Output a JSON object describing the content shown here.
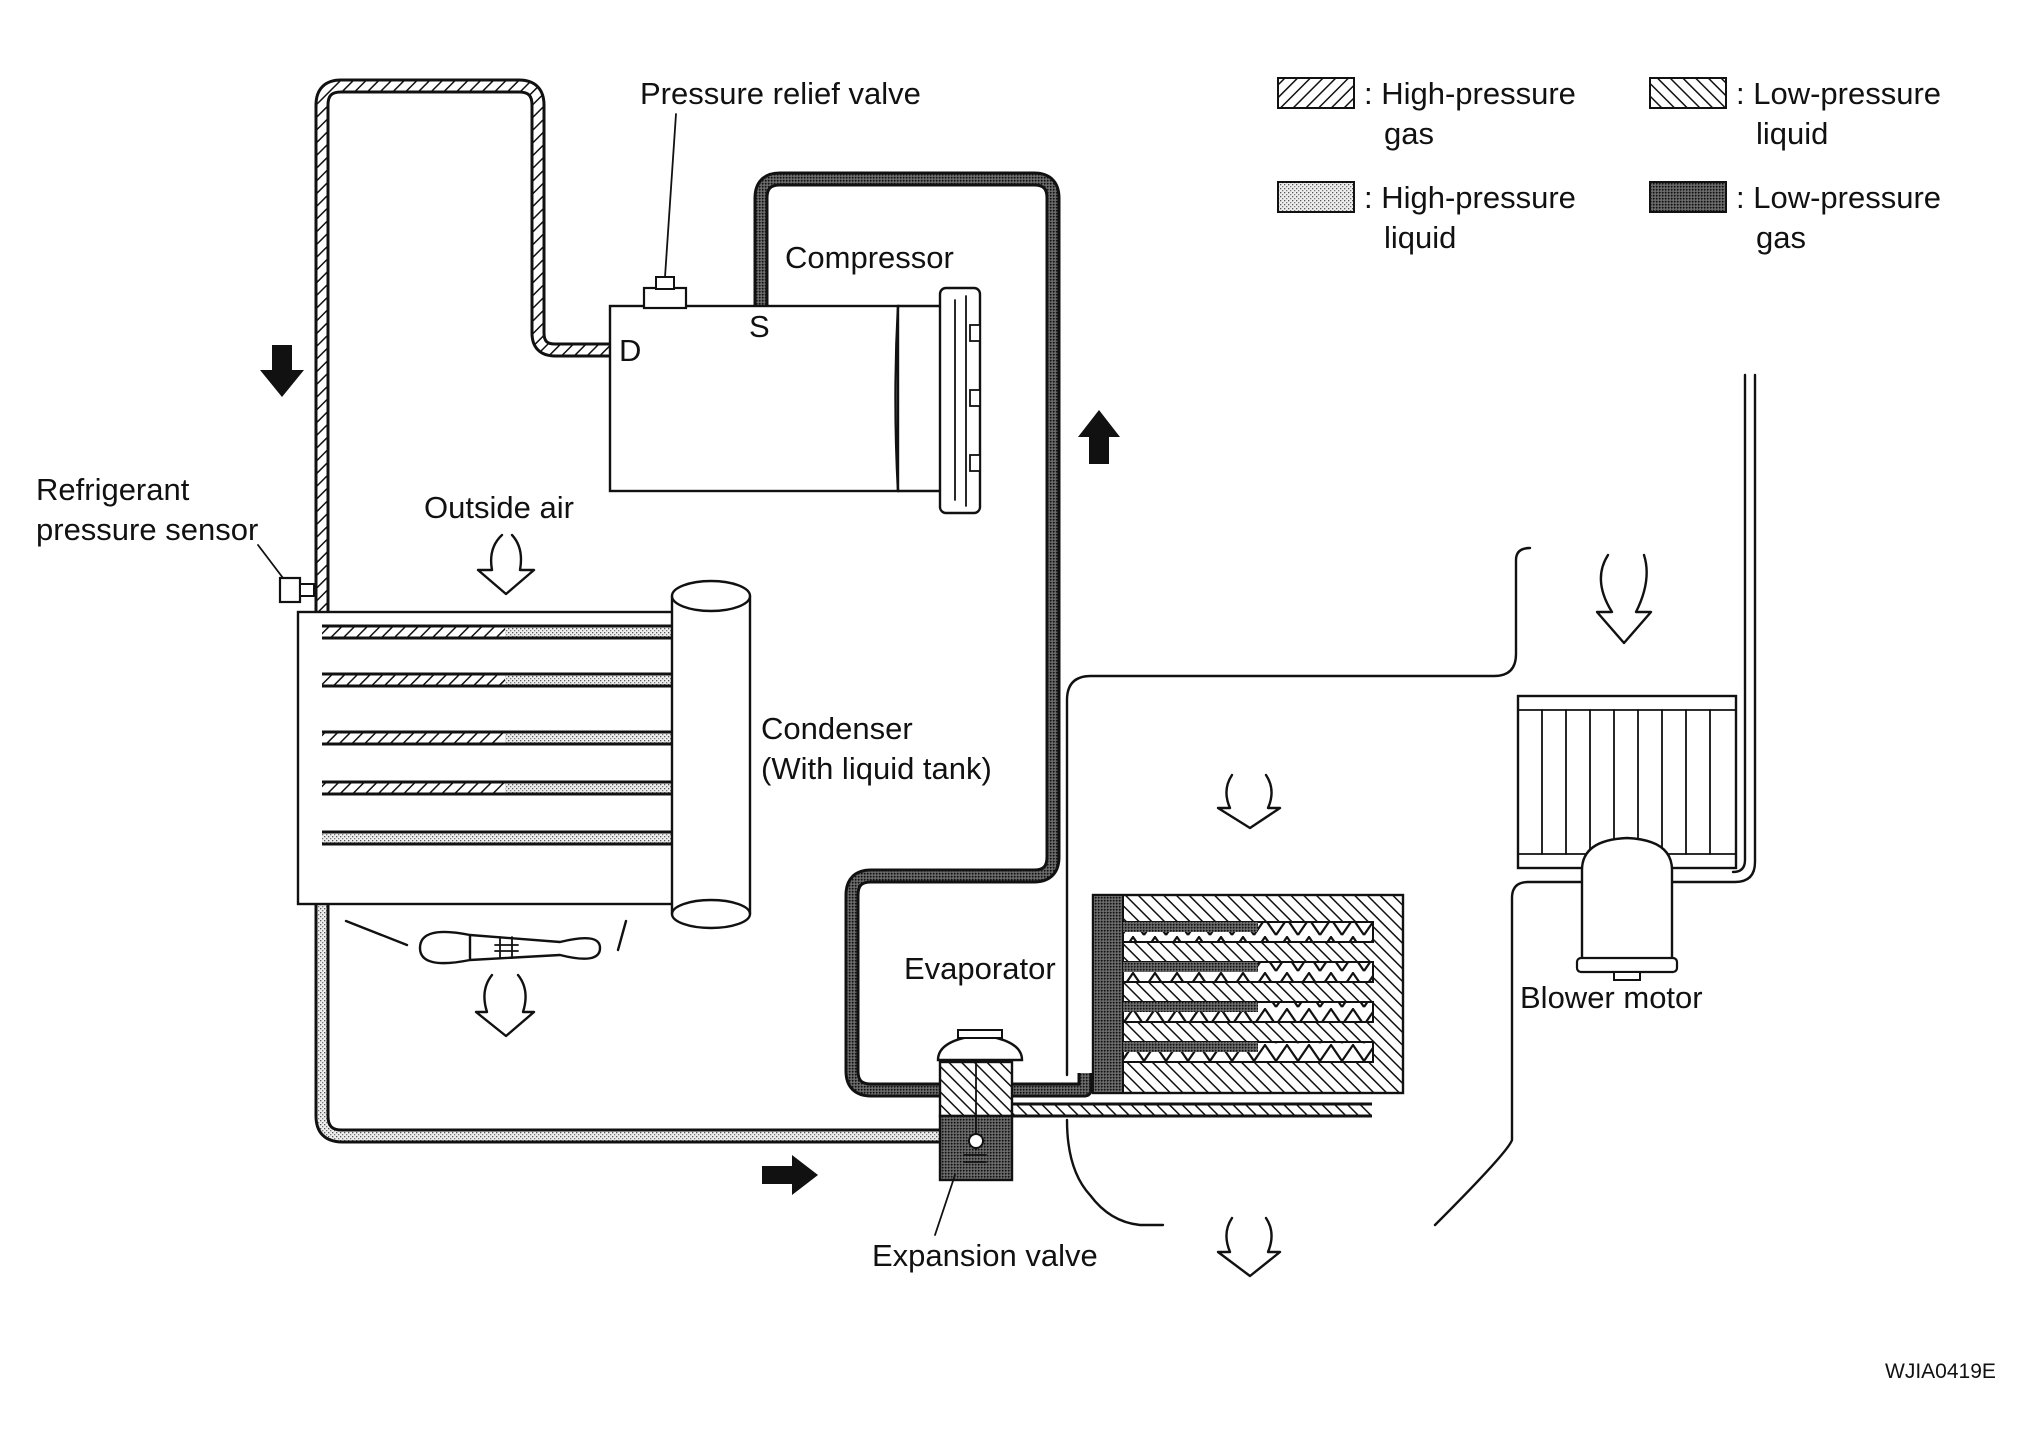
{
  "labels": {
    "pressure_relief_valve": "Pressure relief valve",
    "compressor": "Compressor",
    "discharge_port": "D",
    "suction_port": "S",
    "refrigerant_pressure_sensor_line1": "Refrigerant",
    "refrigerant_pressure_sensor_line2": "pressure sensor",
    "outside_air": "Outside air",
    "condenser_line1": "Condenser",
    "condenser_line2": "(With liquid tank)",
    "evaporator": "Evaporator",
    "expansion_valve": "Expansion valve",
    "blower_motor": "Blower motor",
    "figure_code": "WJIA0419E"
  },
  "legend": [
    {
      "key": "high_pressure_gas",
      "line1": ": High-pressure",
      "line2": "gas",
      "fill": "diagonal hatch (right-leaning)"
    },
    {
      "key": "low_pressure_liquid",
      "line1": ": Low-pressure",
      "line2": "liquid",
      "fill": "diagonal hatch (left-leaning)"
    },
    {
      "key": "high_pressure_liquid",
      "line1": ": High-pressure",
      "line2": "liquid",
      "fill": "light dot stipple"
    },
    {
      "key": "low_pressure_gas",
      "line1": ": Low-pressure",
      "line2": "gas",
      "fill": "dense dark stipple"
    }
  ],
  "colors": {
    "ink": "#111111",
    "background": "#ffffff"
  }
}
